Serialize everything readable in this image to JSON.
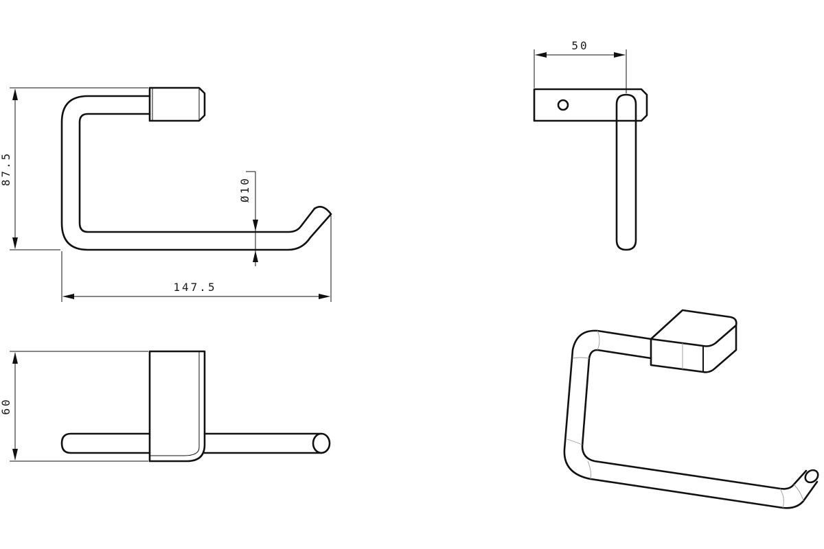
{
  "dimensions": {
    "height": "87.5",
    "width": "147.5",
    "diameter": "Ø10",
    "depth": "50",
    "side_height": "60"
  },
  "colors": {
    "line": "#111111",
    "hidden_line": "#9a9a9a",
    "background": "#ffffff"
  }
}
